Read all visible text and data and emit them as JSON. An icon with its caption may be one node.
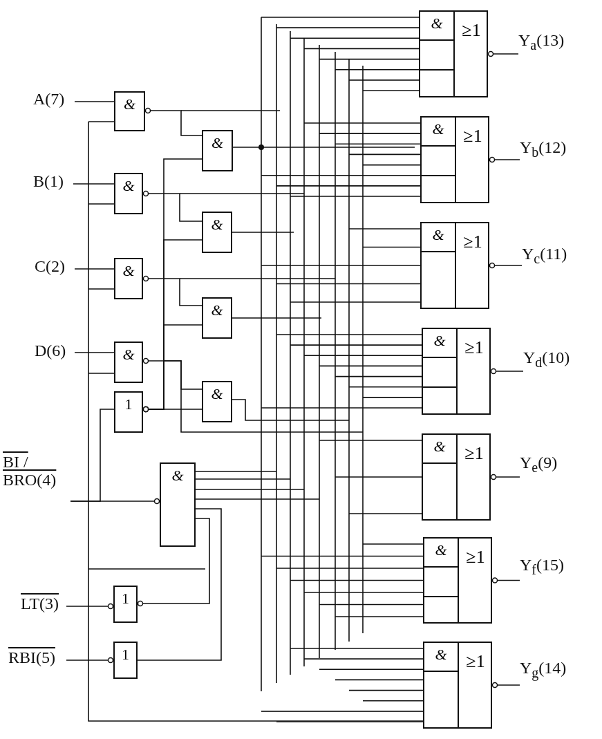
{
  "diagram": {
    "nodes": [
      {
        "text": [
          "A(7)"
        ]
      },
      {
        "text": [
          "B(1)"
        ]
      },
      {
        "text": [
          "C(2)"
        ]
      },
      {
        "text": [
          "D(6)"
        ]
      },
      {
        "text": [
          "BI / BRO(4)"
        ]
      },
      {
        "text": [
          "LT(3)"
        ]
      },
      {
        "text": [
          "RBI(5)"
        ]
      },
      {
        "text": [
          "&"
        ]
      },
      {
        "text": [
          "&"
        ]
      },
      {
        "text": [
          "&"
        ]
      },
      {
        "text": [
          "&"
        ]
      },
      {
        "text": [
          "1"
        ]
      },
      {
        "text": [
          "&"
        ]
      },
      {
        "text": [
          "&"
        ]
      },
      {
        "text": [
          "&"
        ]
      },
      {
        "text": [
          "&"
        ]
      },
      {
        "text": [
          "&"
        ]
      },
      {
        "text": [
          "1"
        ]
      },
      {
        "text": [
          "1"
        ]
      },
      {
        "text": [
          "&",
          "≥1"
        ]
      },
      {
        "text": [
          "&",
          "≥1"
        ]
      },
      {
        "text": [
          "&",
          "≥1"
        ]
      },
      {
        "text": [
          "&",
          "≥1"
        ]
      },
      {
        "text": [
          "&",
          "≥1"
        ]
      },
      {
        "text": [
          "&",
          "≥1"
        ]
      },
      {
        "text": [
          "&",
          "≥1"
        ]
      },
      {
        "text": [
          "Y$_{a}$(13)"
        ]
      },
      {
        "text": [
          "Y$_{b}$(12)"
        ]
      },
      {
        "text": [
          "Y$_{c}$(11)"
        ]
      },
      {
        "text": [
          "Y$_{d}$(10)"
        ]
      },
      {
        "text": [
          "Y$_{e}$(9)"
        ]
      },
      {
        "text": [
          "Y$_{f}$(15)"
        ]
      },
      {
        "text": [
          "Y$_{g}$(14)"
        ]
      }
    ],
    "edges": [
      {
        "from": 0,
        "to": 7,
        "arrow": "none"
      },
      {
        "from": 1,
        "to": 8,
        "arrow": "none"
      },
      {
        "from": 2,
        "to": 9,
        "arrow": "none"
      },
      {
        "from": 3,
        "to": 10,
        "arrow": "none"
      },
      {
        "from": 4,
        "to": 16,
        "arrow": "other"
      },
      {
        "from": 4,
        "to": 11,
        "arrow": "none"
      },
      {
        "from": 5,
        "to": 17,
        "arrow": "other"
      },
      {
        "from": 6,
        "to": 18,
        "arrow": "other"
      },
      {
        "from": 7,
        "to": 12,
        "arrow": "other"
      },
      {
        "from": 8,
        "to": 13,
        "arrow": "other"
      },
      {
        "from": 9,
        "to": 14,
        "arrow": "other"
      },
      {
        "from": 10,
        "to": 15,
        "arrow": "other"
      },
      {
        "from": 11,
        "to": 12,
        "arrow": "other"
      },
      {
        "from": 11,
        "to": 13,
        "arrow": "other"
      },
      {
        "from": 11,
        "to": 14,
        "arrow": "other"
      },
      {
        "from": 11,
        "to": 15,
        "arrow": "other"
      },
      {
        "from": 17,
        "to": 16,
        "arrow": "other"
      },
      {
        "from": 18,
        "to": 16,
        "arrow": "none"
      },
      {
        "from": 19,
        "to": 26,
        "arrow": "other"
      },
      {
        "from": 20,
        "to": 27,
        "arrow": "other"
      },
      {
        "from": 21,
        "to": 28,
        "arrow": "other"
      },
      {
        "from": 22,
        "to": 29,
        "arrow": "other"
      },
      {
        "from": 23,
        "to": 30,
        "arrow": "other"
      },
      {
        "from": 24,
        "to": 31,
        "arrow": "other"
      },
      {
        "from": 25,
        "to": 32,
        "arrow": "other"
      }
    ]
  }
}
